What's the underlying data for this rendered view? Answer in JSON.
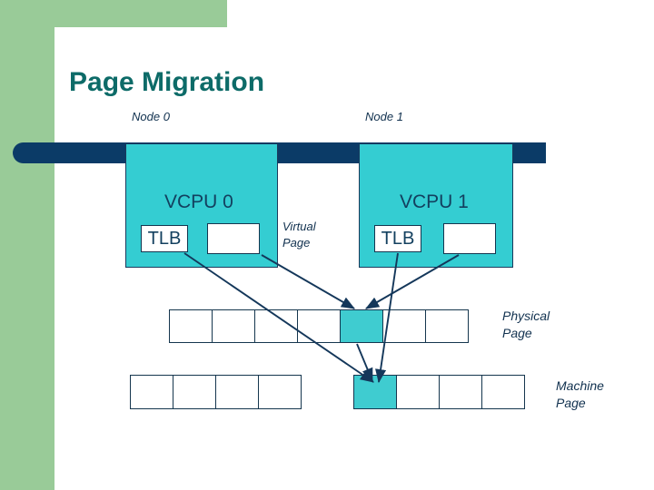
{
  "slide": {
    "title": "Page Migration",
    "theme": {
      "accent_green": "#99cb98",
      "accent_navy": "#0b3b67",
      "accent_teal": "#34cdd2",
      "title_color": "#0d6b68",
      "text_color": "#11314f"
    }
  },
  "nodes": [
    {
      "label": "Node 0",
      "vcpu": "VCPU  0",
      "tlb": "TLB"
    },
    {
      "label": "Node 1",
      "vcpu": "VCPU  1",
      "tlb": "TLB"
    }
  ],
  "labels": {
    "virtual_page_line1": "Virtual",
    "virtual_page_line2": "Page",
    "physical_page_line1": "Physical",
    "physical_page_line2": "Page",
    "machine_page_line1": "Machine",
    "machine_page_line2": "Page"
  },
  "rows": {
    "physical_page": {
      "cell_count": 7,
      "filled_indices": [
        4
      ]
    },
    "machine_page_left": {
      "cell_count": 4,
      "filled_indices": []
    },
    "machine_page_right": {
      "cell_count": 4,
      "filled_indices": [
        0
      ]
    }
  }
}
